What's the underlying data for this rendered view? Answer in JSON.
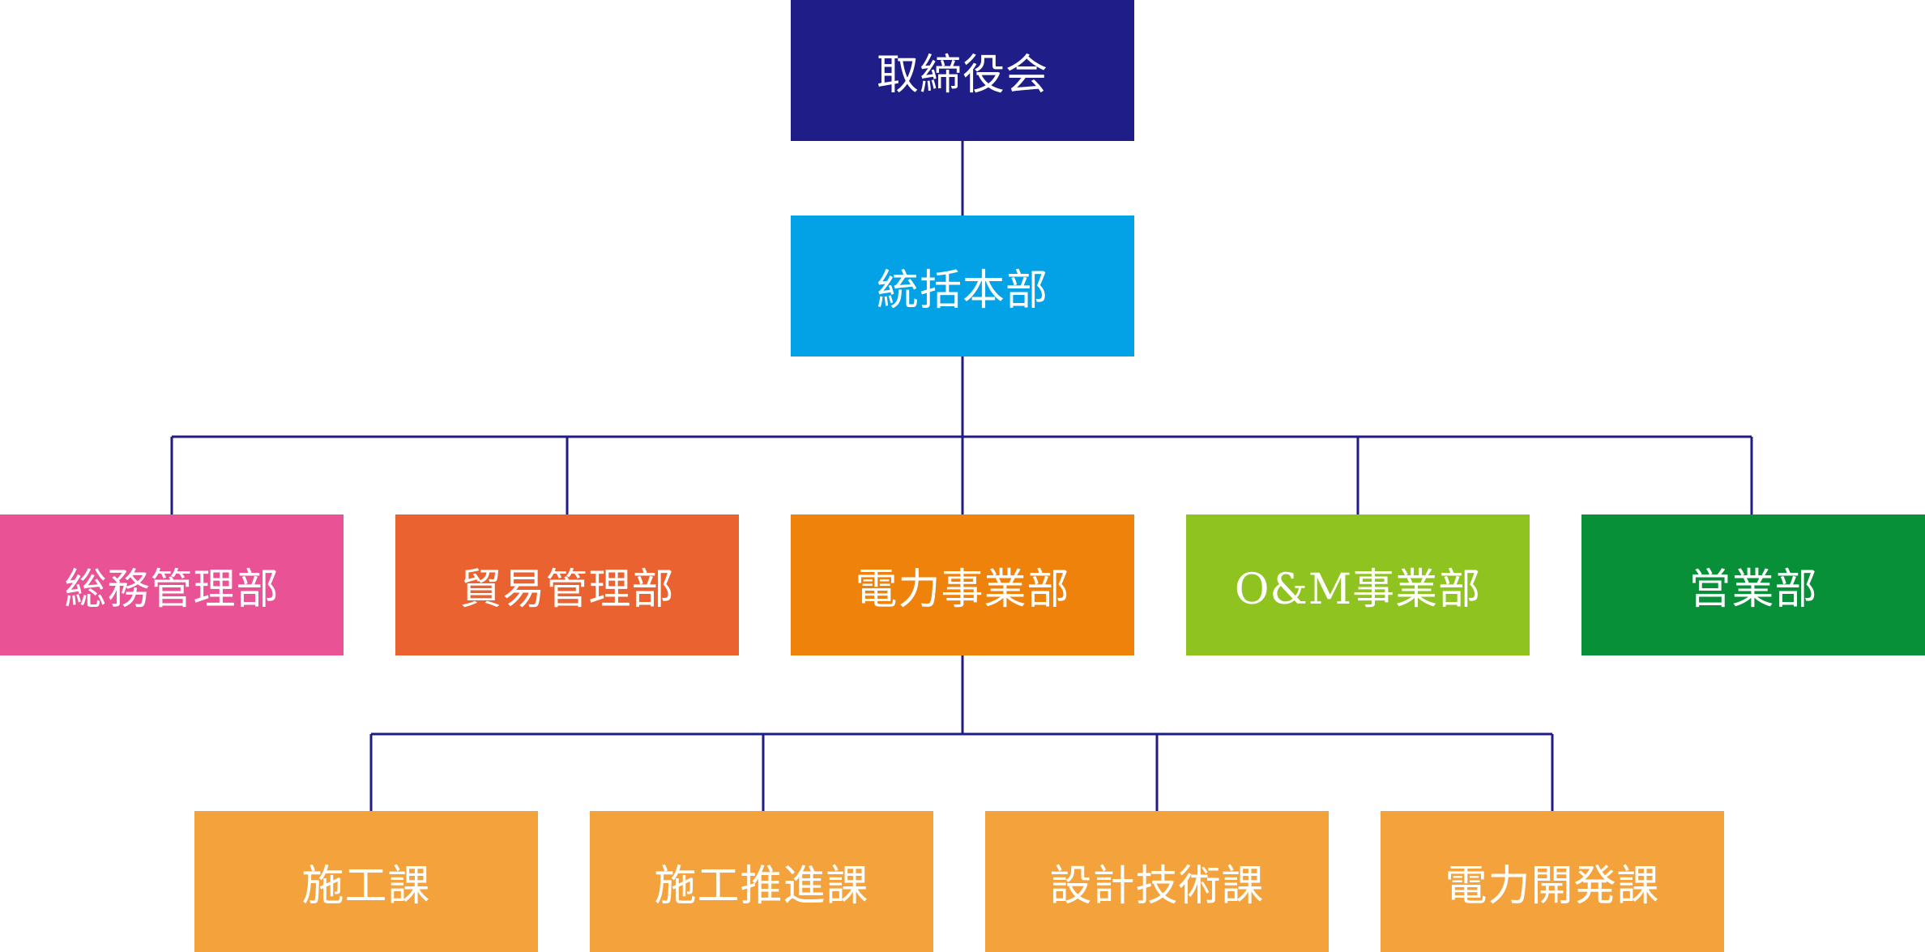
{
  "org_chart": {
    "colors": {
      "connector": "#1f1c85",
      "board": "#1f1e88",
      "hq": "#03a2e6",
      "general_affairs": "#e95295",
      "trade": "#e9622f",
      "power": "#ef820b",
      "om": "#8fc31f",
      "sales": "#079038",
      "sections": "#f4a33c"
    },
    "board": {
      "label": "取締役会"
    },
    "hq": {
      "label": "統括本部"
    },
    "departments": [
      {
        "label": "総務管理部"
      },
      {
        "label": "貿易管理部"
      },
      {
        "label": "電力事業部"
      },
      {
        "label": "O&M事業部"
      },
      {
        "label": "営業部"
      }
    ],
    "sections": [
      {
        "label": "施工課"
      },
      {
        "label": "施工推進課"
      },
      {
        "label": "設計技術課"
      },
      {
        "label": "電力開発課"
      }
    ]
  }
}
